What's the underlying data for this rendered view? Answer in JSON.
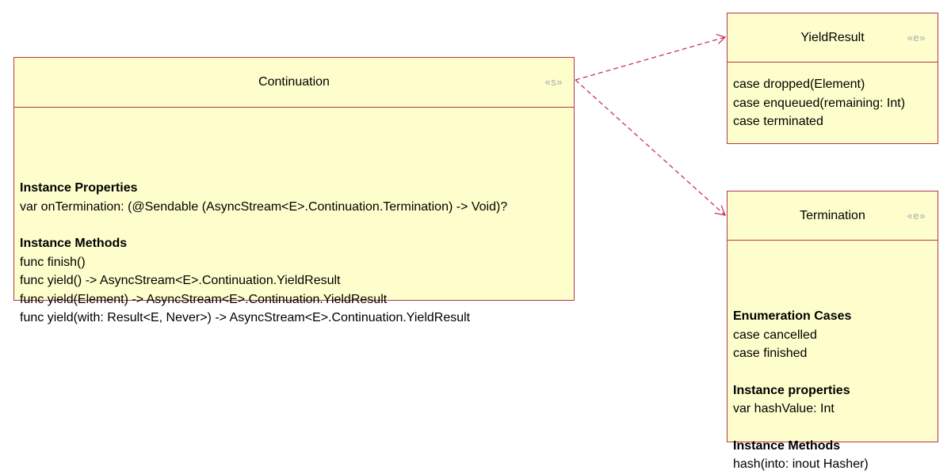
{
  "diagram": {
    "accent_border_color": "#b5364d",
    "box_fill_color": "#fefecd",
    "stereotype_color": "#a8a8a8",
    "connector_color": "#c2375a"
  },
  "continuation": {
    "title": "Continuation",
    "stereotype": "«s»",
    "sections": [
      {
        "title": "Instance Properties",
        "members": [
          "var onTermination: (@Sendable (AsyncStream<E>.Continuation.Termination) -> Void)?"
        ]
      },
      {
        "title": "Instance Methods",
        "members": [
          "func finish()",
          "func yield() -> AsyncStream<E>.Continuation.YieldResult",
          "func yield(Element) -> AsyncStream<E>.Continuation.YieldResult",
          "func yield(with: Result<E, Never>) -> AsyncStream<E>.Continuation.YieldResult"
        ]
      }
    ]
  },
  "yield_result": {
    "title": "YieldResult",
    "stereotype": "«e»",
    "members": [
      "case dropped(Element)",
      "case enqueued(remaining: Int)",
      "case terminated"
    ]
  },
  "termination": {
    "title": "Termination",
    "stereotype": "«e»",
    "sections": [
      {
        "title": "Enumeration Cases",
        "members": [
          "case cancelled",
          "case finished"
        ]
      },
      {
        "title": "Instance properties",
        "members": [
          "var hashValue: Int"
        ]
      },
      {
        "title": "Instance Methods",
        "members": [
          "hash(into: inout Hasher)"
        ]
      }
    ]
  }
}
